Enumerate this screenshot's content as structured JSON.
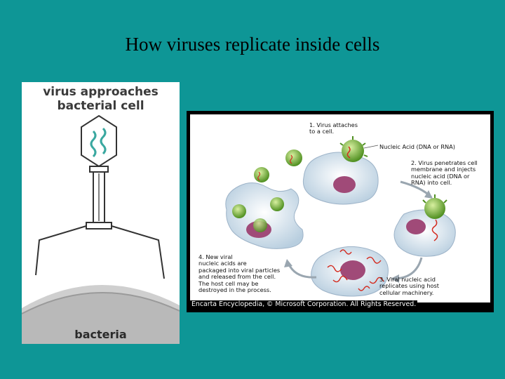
{
  "slide": {
    "title": "How viruses replicate inside cells"
  },
  "left_panel": {
    "caption_line1": "virus approaches",
    "caption_line2": "bacterial cell",
    "bottom_label": "bacteria"
  },
  "right_panel": {
    "step1": "1. Virus attaches\nto a cell.",
    "nucleic_acid_label": "Nucleic Acid (DNA or RNA)",
    "step2": "2. Virus penetrates cell\nmembrane and injects\nnucleic acid (DNA or\nRNA) into cell.",
    "step3": "3. Viral nucleic acid\nreplicates using host\ncellular machinery.",
    "step4": "4. New viral\nnucleic acids are\npackaged into viral particles\nand released from the cell.\nThe host cell may be\ndestroyed in the process.",
    "credit": "Encarta Encyclopedia, © Microsoft Corporation. All Rights Reserved."
  },
  "colors": {
    "background": "#0e9696",
    "virus_green": "#7fb030",
    "cell_nucleus": "#a04a78",
    "rna_red": "#d42a1e"
  }
}
